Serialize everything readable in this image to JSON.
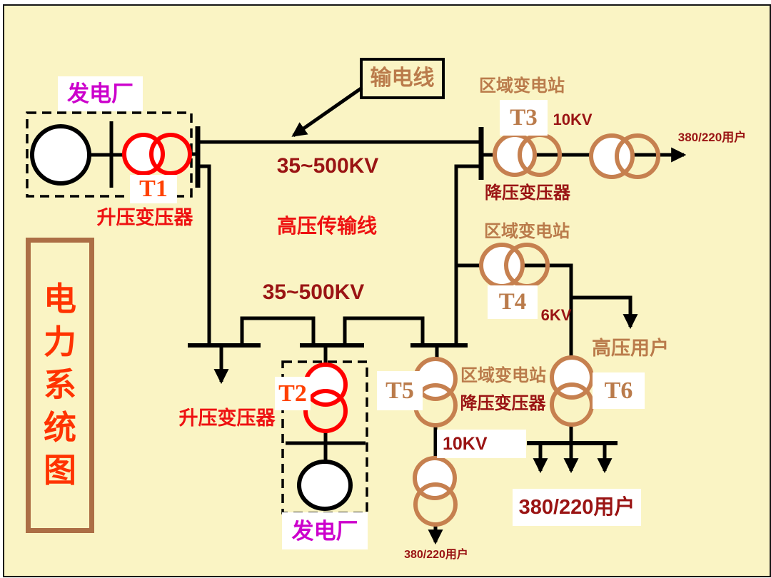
{
  "title": "电力系统图",
  "colors": {
    "background": "#FAF4C4",
    "line_black": "#000000",
    "transformer_red": "#FF0000",
    "transformer_brown": "#C6804F",
    "label_brown": "#BA7B4B",
    "label_dark_red": "#9A1414",
    "label_bright_red": "#EE1111",
    "label_magenta": "#CC00CC",
    "label_orange_red": "#FF4000",
    "title_text": "#FF3300",
    "title_border": "#AC6E45"
  },
  "callout": {
    "transmission_line": "输电线"
  },
  "voltages": {
    "main_top": "35~500KV",
    "main_bottom": "35~500KV",
    "kv10_t3": "10KV",
    "kv10_t5": "10KV",
    "kv6_t4": "6KV"
  },
  "line_labels": {
    "hv_transmission": "高压传输线"
  },
  "plants": {
    "plant1": {
      "name": "发电厂",
      "transformer_id": "T1",
      "transformer_type": "升压变压器"
    },
    "plant2": {
      "name": "发电厂",
      "transformer_id": "T2",
      "transformer_type": "升压变压器"
    }
  },
  "substations": {
    "t3": {
      "name": "区域变电站",
      "id": "T3",
      "voltage": "10KV",
      "type": "降压变压器",
      "users": "380/220用户"
    },
    "t4": {
      "name": "区域变电站",
      "id": "T4",
      "voltage": "6KV",
      "users": "高压用户"
    },
    "t5": {
      "name": "区域变电站",
      "id": "T5",
      "type": "降压变压器",
      "voltage": "10KV",
      "users": "380/220用户"
    },
    "t6": {
      "id": "T6",
      "users": "380/220用户"
    }
  }
}
